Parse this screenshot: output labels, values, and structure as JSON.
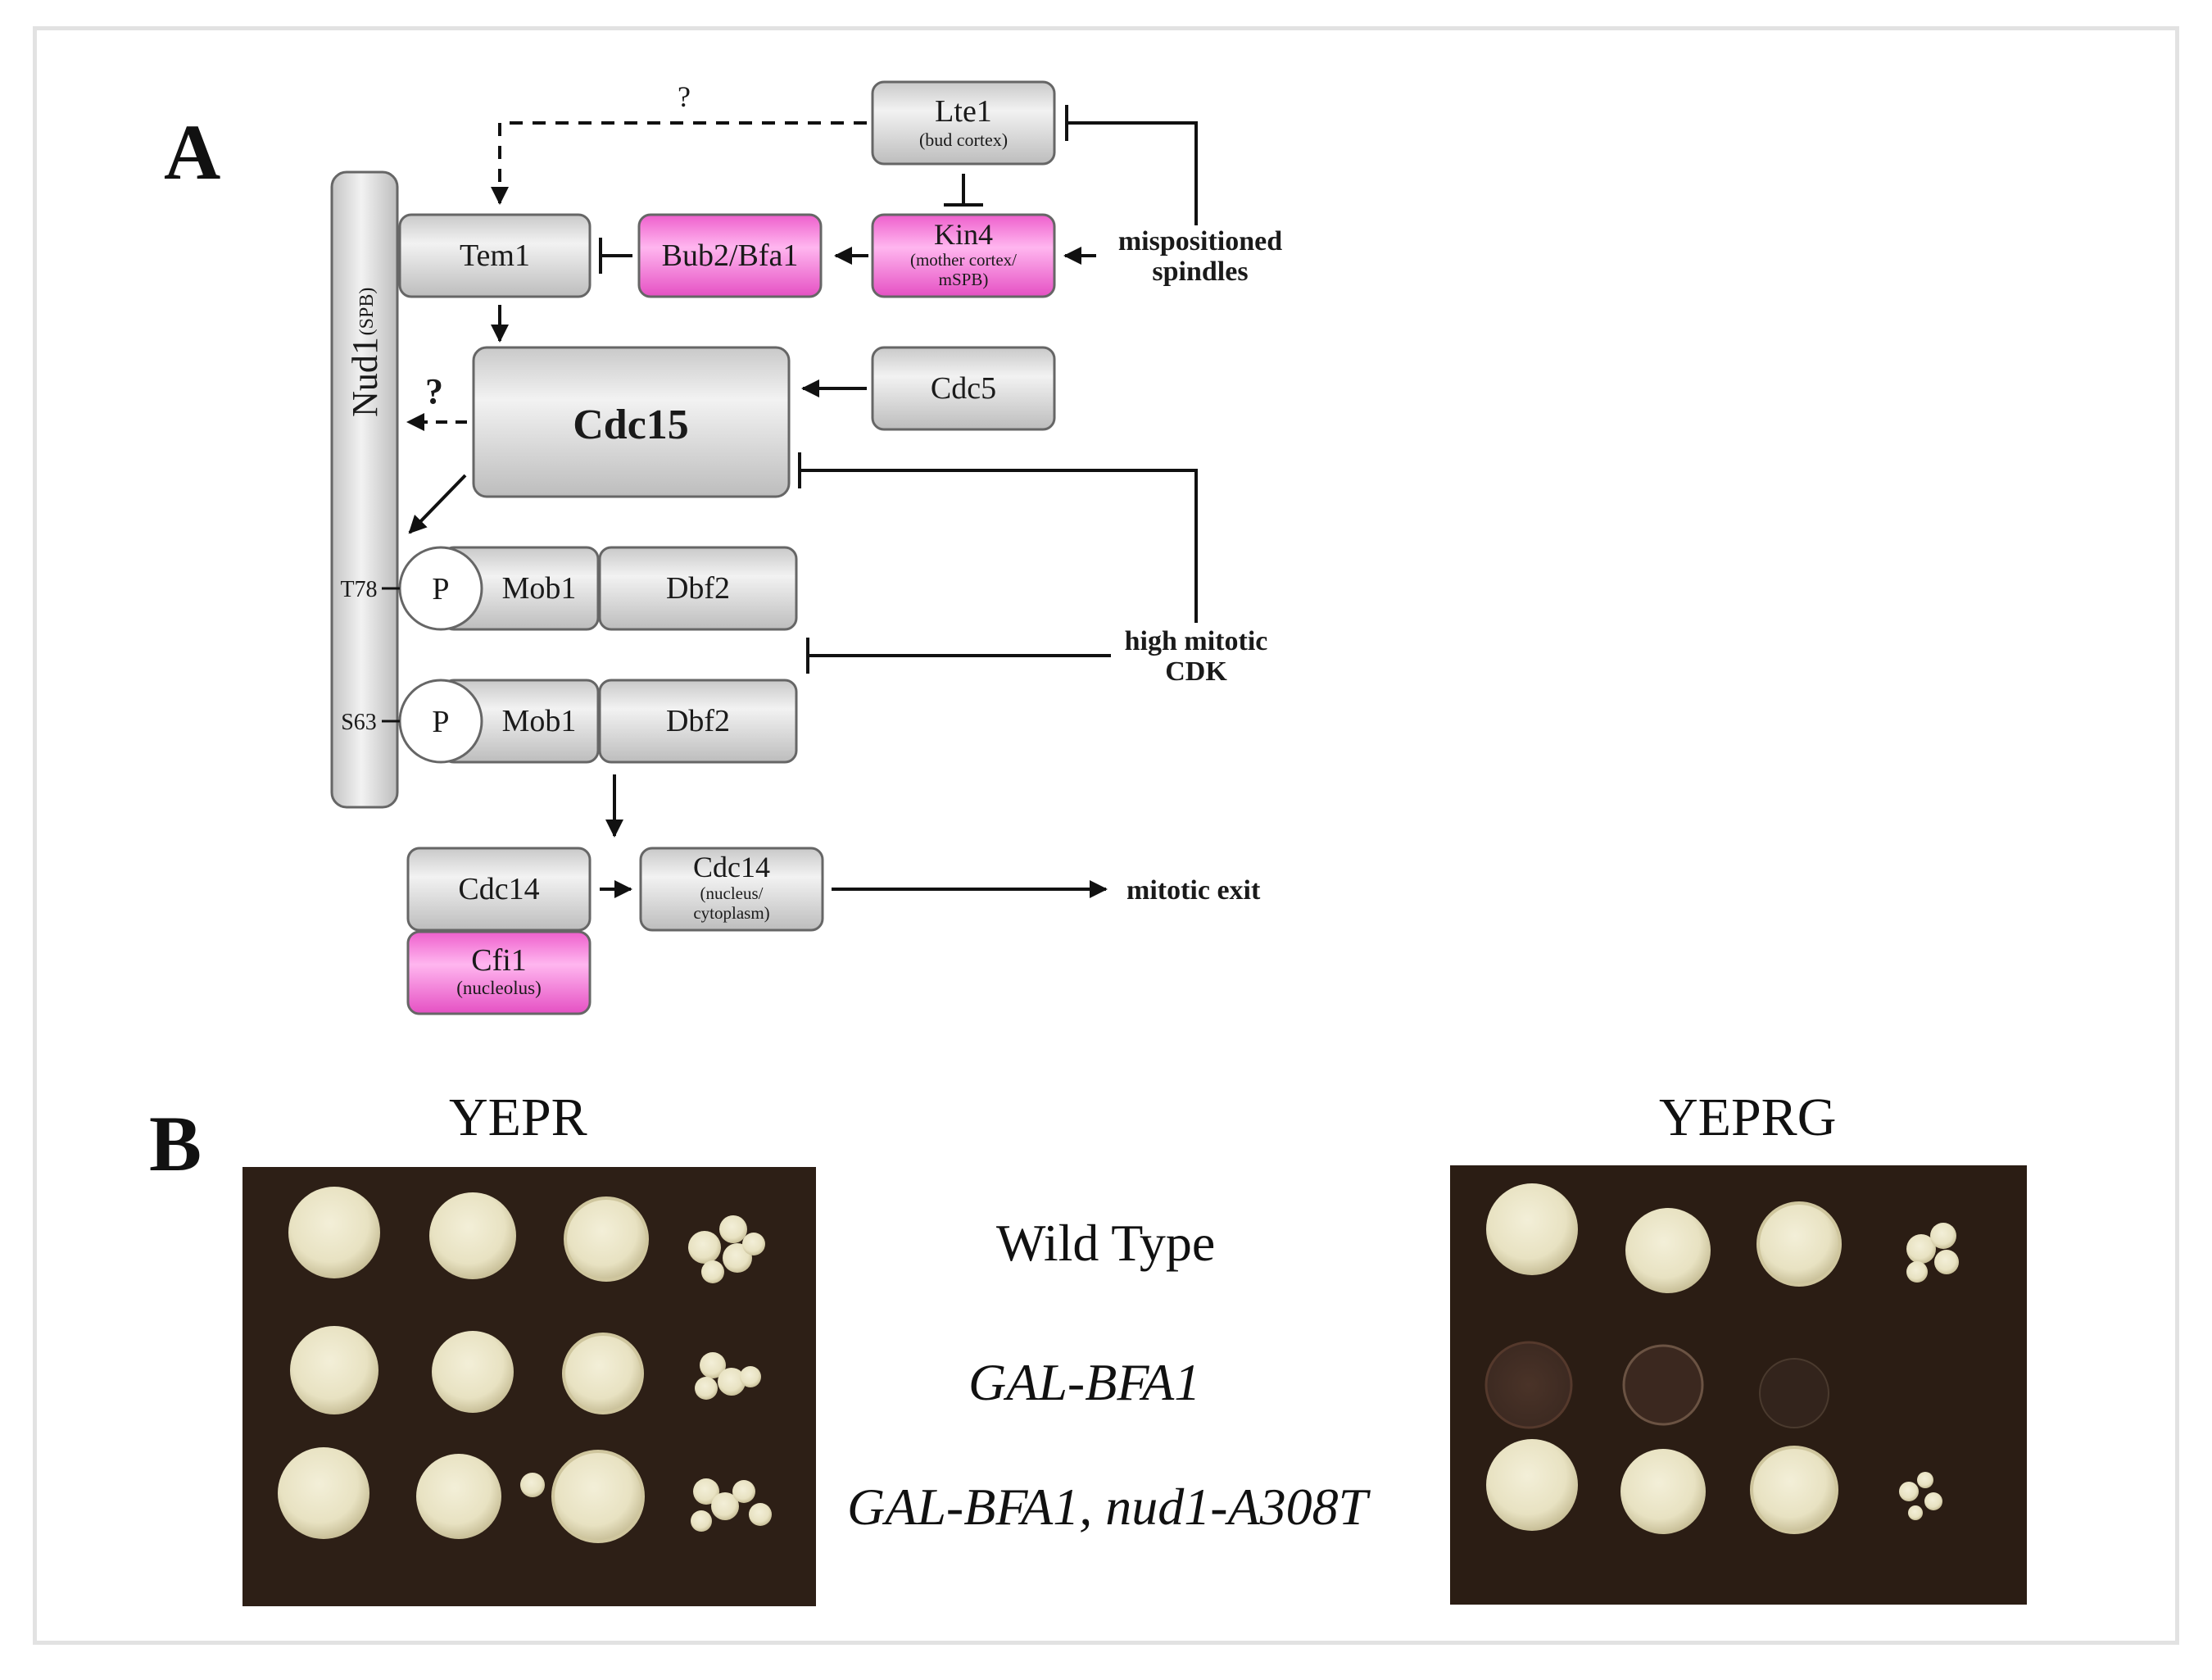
{
  "panels": {
    "a": {
      "letter": "A"
    },
    "b": {
      "letter": "B"
    }
  },
  "diagram": {
    "nud1": {
      "label": "Nud1",
      "sub": "(SPB)"
    },
    "lte1": {
      "label": "Lte1",
      "sub": "(bud cortex)"
    },
    "kin4": {
      "label": "Kin4",
      "sub1": "(mother cortex/",
      "sub2": "mSPB)"
    },
    "tem1": {
      "label": "Tem1"
    },
    "bub2": {
      "label": "Bub2/Bfa1"
    },
    "cdc15": {
      "label": "Cdc15"
    },
    "cdc5": {
      "label": "Cdc5"
    },
    "mob1_top": {
      "label": "Mob1",
      "p": "P",
      "site": "T78"
    },
    "dbf2_top": {
      "label": "Dbf2"
    },
    "mob1_bottom": {
      "label": "Mob1",
      "p": "P",
      "site": "S63"
    },
    "dbf2_bottom": {
      "label": "Dbf2"
    },
    "cdc14": {
      "label": "Cdc14"
    },
    "cfi1": {
      "label": "Cfi1",
      "sub": "(nucleolus)"
    },
    "cdc14_free": {
      "label": "Cdc14",
      "sub1": "(nucleus/",
      "sub2": "cytoplasm)"
    },
    "question_top": "?",
    "question_nud1": "?",
    "mispositioned": {
      "line1": "mispositioned",
      "line2": "spindles"
    },
    "high_cdk": {
      "line1": "high mitotic",
      "line2": "CDK"
    },
    "mitotic_exit": "mitotic exit",
    "colors": {
      "pink": "#f06ad2",
      "gray": "#d9d9d9"
    }
  },
  "plates": {
    "left_label": "YEPR",
    "right_label": "YEPRG",
    "strains": [
      "Wild Type",
      "GAL-BFA1",
      "GAL-BFA1, nud1-A308T"
    ],
    "plate_color": "#2b1d14"
  }
}
